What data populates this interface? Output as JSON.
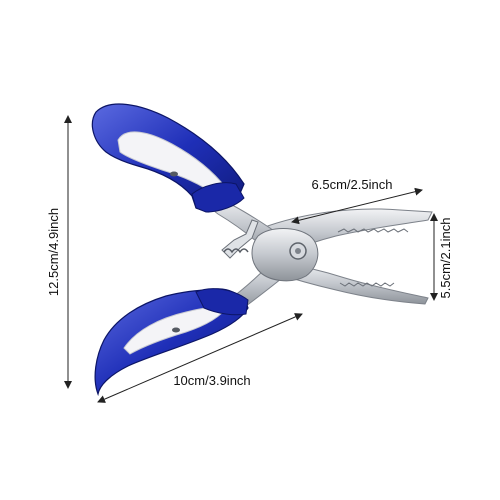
{
  "labels": {
    "overall_length": "12.5cm/4.9inch",
    "jaw_length": "6.5cm/2.5inch",
    "jaw_width": "5.5cm/2.1inch",
    "handle_span": "10cm/3.9inch"
  },
  "colors": {
    "handle_blue": "#1f2fb8",
    "handle_blue_dark": "#0f1a7a",
    "handle_blue_light": "#5b6ae0",
    "grip_white": "#f4f4f7",
    "steel": "#c9ccd1",
    "steel_dark": "#8d9198",
    "steel_light": "#eef0f2",
    "dimension_line": "#222222"
  },
  "icons": {
    "product": "fishing-pliers-icon"
  }
}
